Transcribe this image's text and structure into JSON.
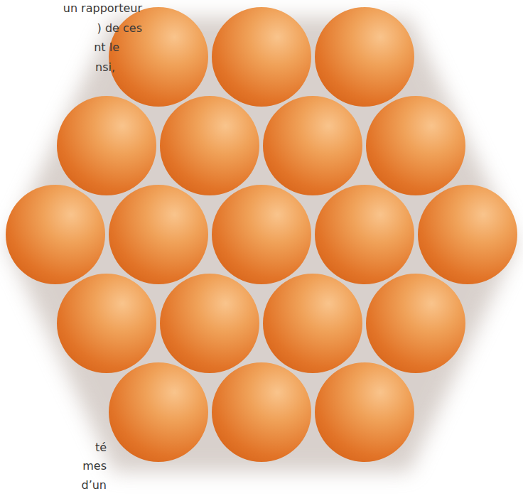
{
  "diagram": {
    "labels": [
      "un rapporteur",
      ") de ces",
      "nt le",
      "nsi,",
      "té",
      "mes",
      "d’un"
    ]
  }
}
